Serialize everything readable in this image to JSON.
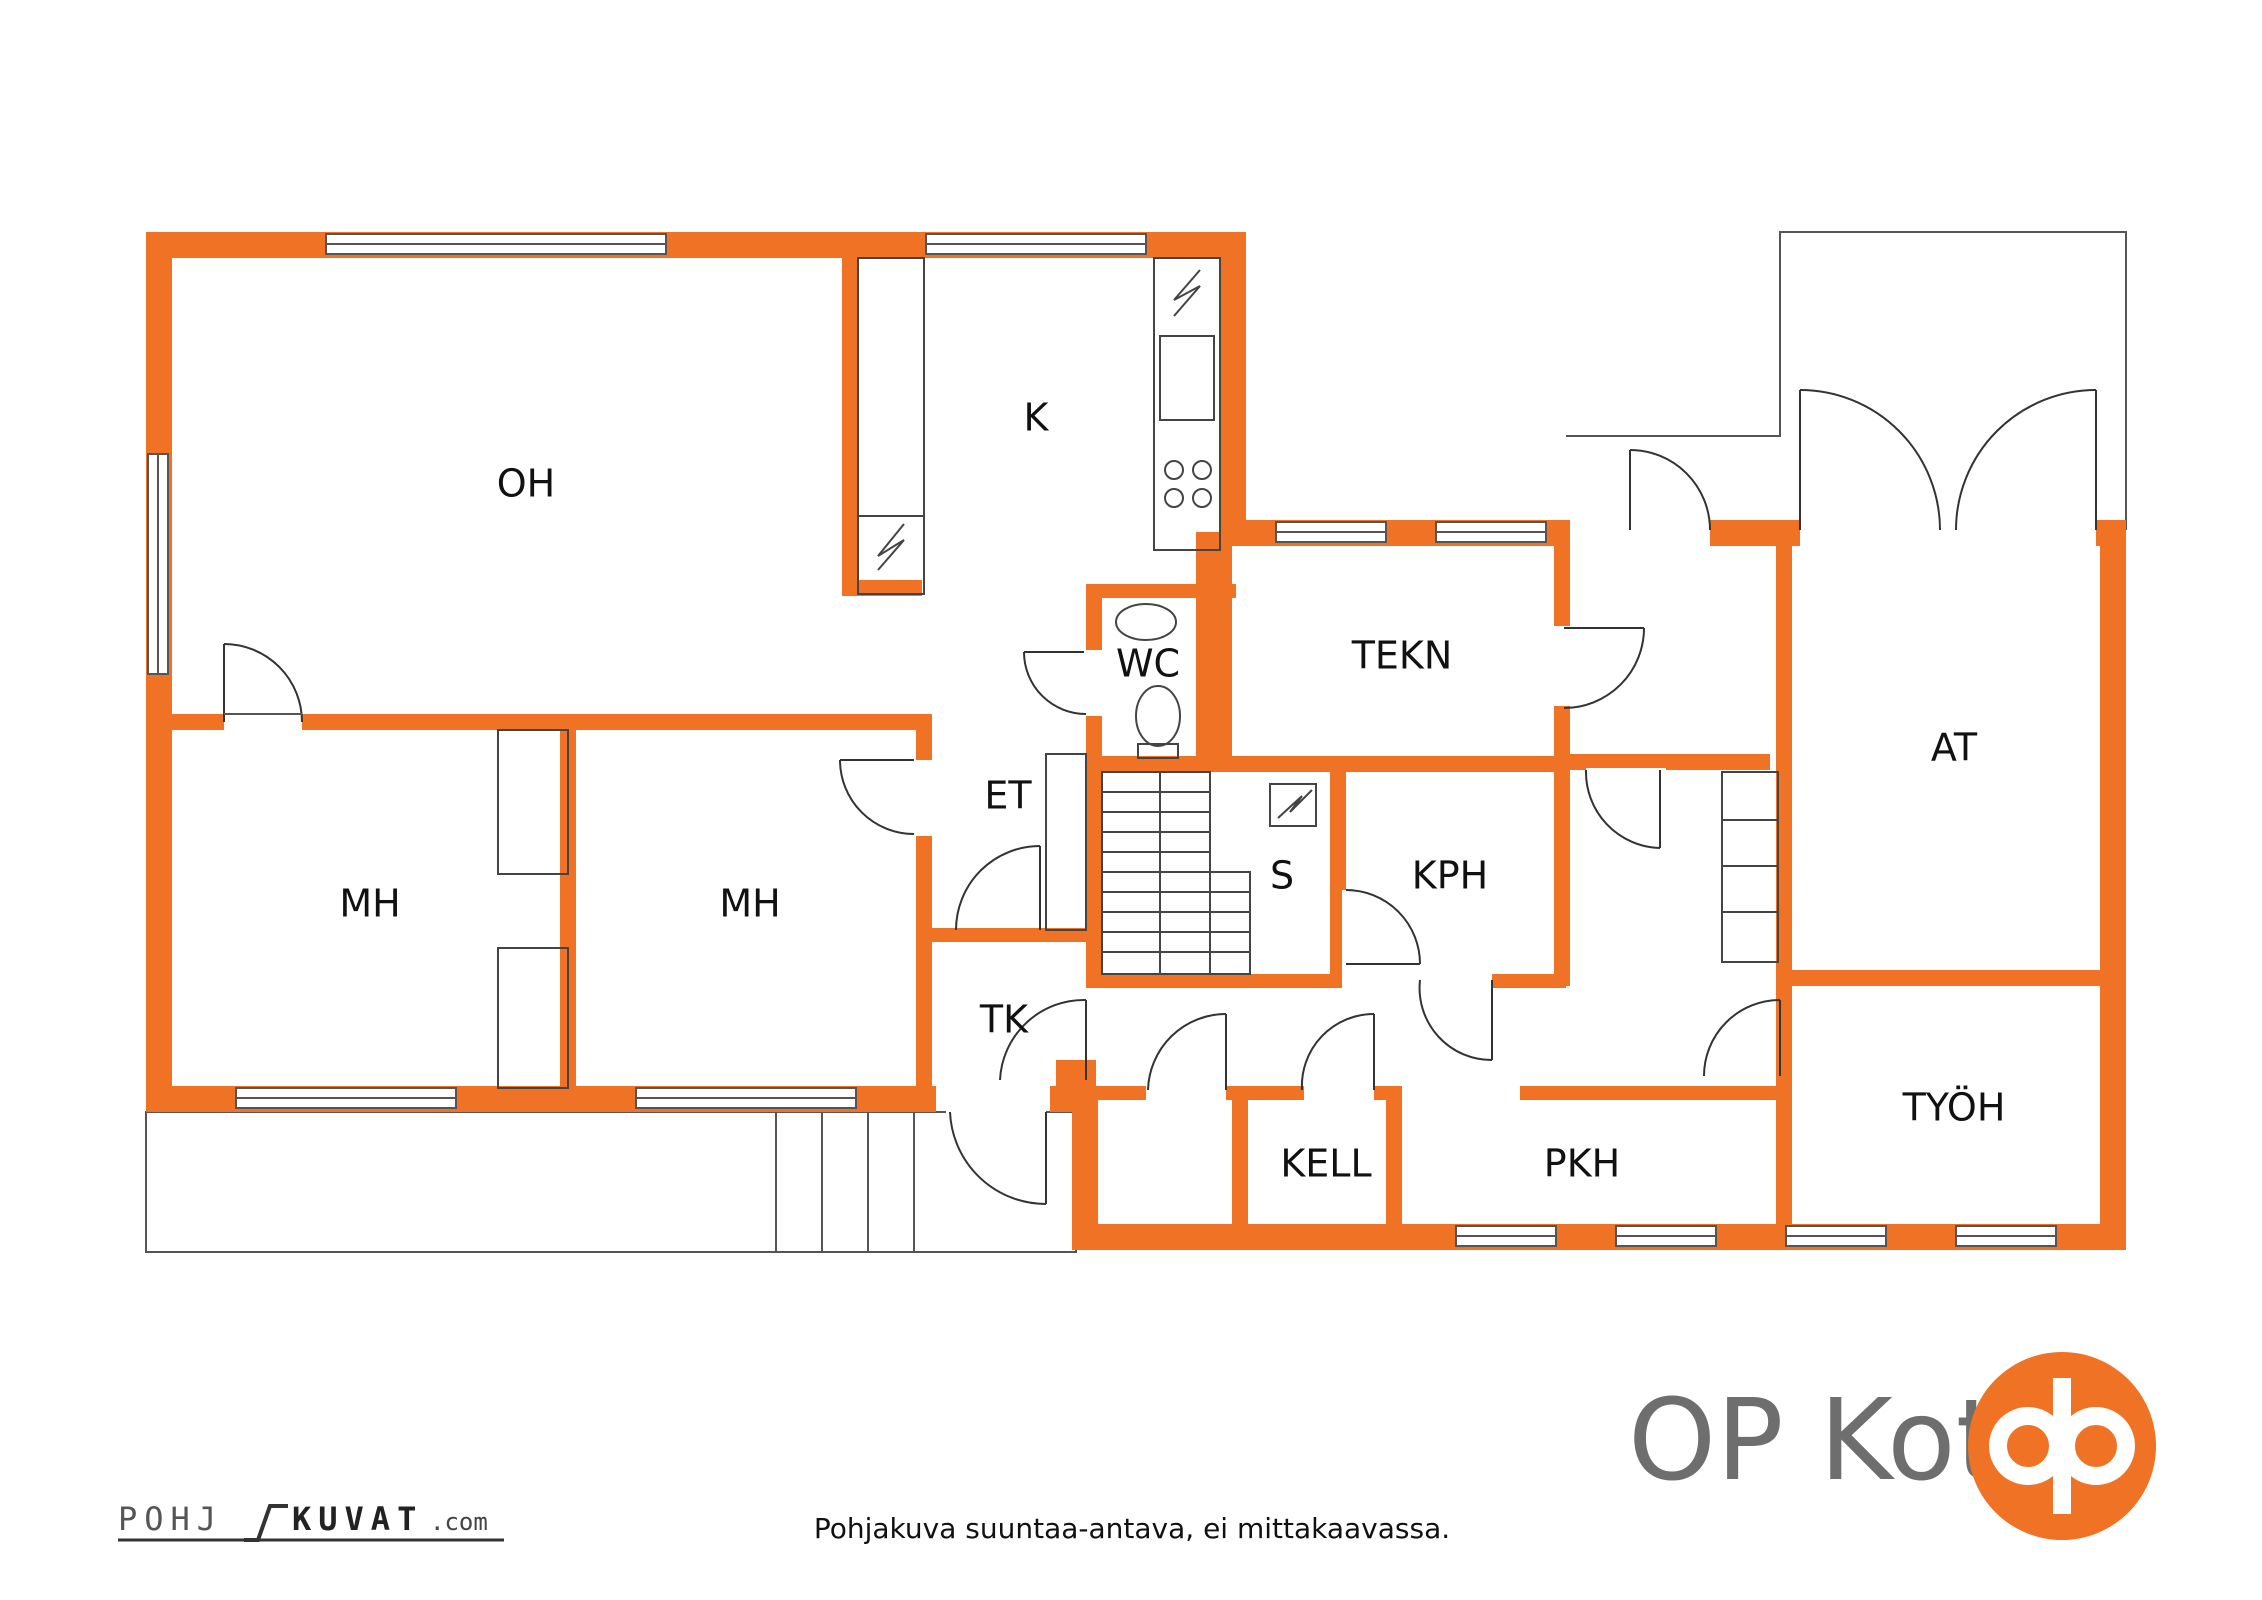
{
  "rooms": {
    "oh": "OH",
    "k": "K",
    "wc": "WC",
    "tekn": "TEKN",
    "at": "AT",
    "et": "ET",
    "s": "S",
    "kph": "KPH",
    "mh1": "MH",
    "mh2": "MH",
    "tk": "TK",
    "kell": "KELL",
    "pkh": "PKH",
    "tyoh": "TYÖH"
  },
  "brand": {
    "name": "OP Koti"
  },
  "caption": "Pohjakuva suuntaa-antava, ei mittakaavassa.",
  "logo": {
    "part1": "POHJ",
    "part2": "KUVAT",
    "suffix": ".com"
  },
  "colors": {
    "wall": "#f07224",
    "line": "#555555",
    "brand_orange": "#f07224",
    "brand_gray": "#6e6e6e"
  }
}
